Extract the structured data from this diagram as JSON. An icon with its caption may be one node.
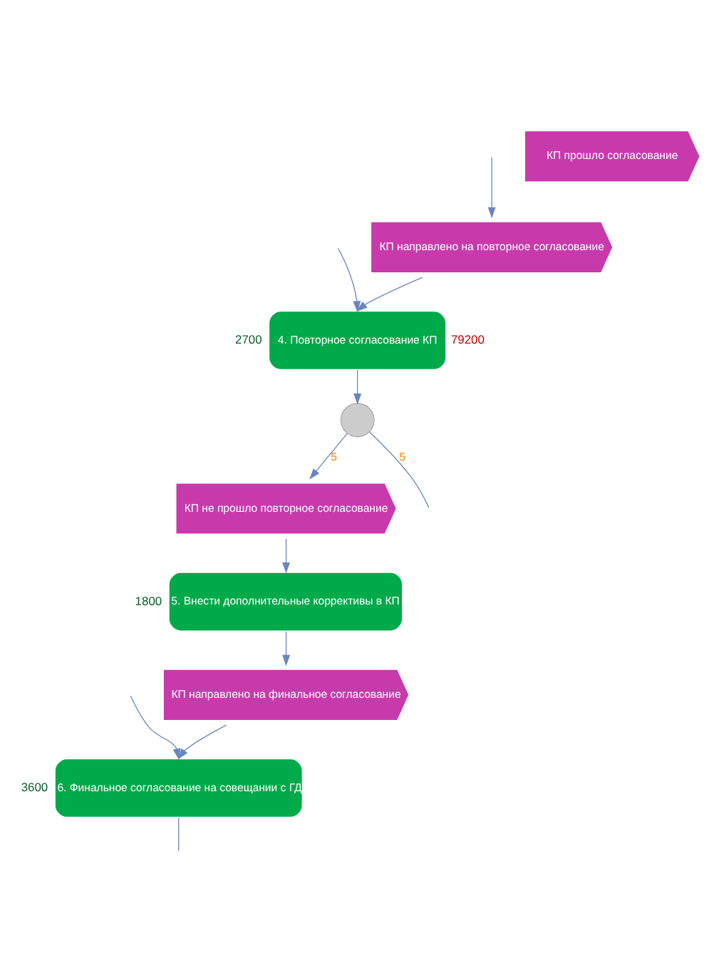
{
  "diagram": {
    "nodes": [
      {
        "text": [
          "КП направлено на повторное согласование"
        ]
      },
      {
        "text": [
          "4. Повторное согласование КП"
        ],
        "beside": [
          "2700",
          "79200"
        ]
      },
      {
        "text": [],
        "shape": "circle"
      },
      {
        "text": [
          "КП не прошло повторное согласование"
        ]
      },
      {
        "text": [
          "5. Внести дополнительные коррективы в КП"
        ],
        "beside": [
          "1800"
        ]
      },
      {
        "text": [
          "КП направлено на финальное согласование"
        ]
      },
      {
        "text": [
          "6. Финальное согласование на совещании с ГД"
        ],
        "beside": [
          "3600"
        ]
      },
      {
        "text": [
          "КП прошло согласование"
        ]
      }
    ],
    "edges": [
      {
        "from": null,
        "to": 0,
        "arrow": "to"
      },
      {
        "from": 0,
        "to": 1,
        "arrow": "to"
      },
      {
        "from": null,
        "to": 1,
        "arrow": "to"
      },
      {
        "from": 1,
        "to": 2,
        "arrow": "to"
      },
      {
        "from": 2,
        "to": 3,
        "arrow": "to",
        "label": "5"
      },
      {
        "from": 3,
        "to": 4,
        "arrow": "to"
      },
      {
        "from": 4,
        "to": 5,
        "arrow": "to"
      },
      {
        "from": 5,
        "to": 6,
        "arrow": "to"
      },
      {
        "from": null,
        "to": 6,
        "arrow": "to"
      },
      {
        "from": 6,
        "to": null,
        "arrow": "none"
      },
      {
        "from": 2,
        "to": null,
        "arrow": "none",
        "label": "5"
      }
    ]
  }
}
